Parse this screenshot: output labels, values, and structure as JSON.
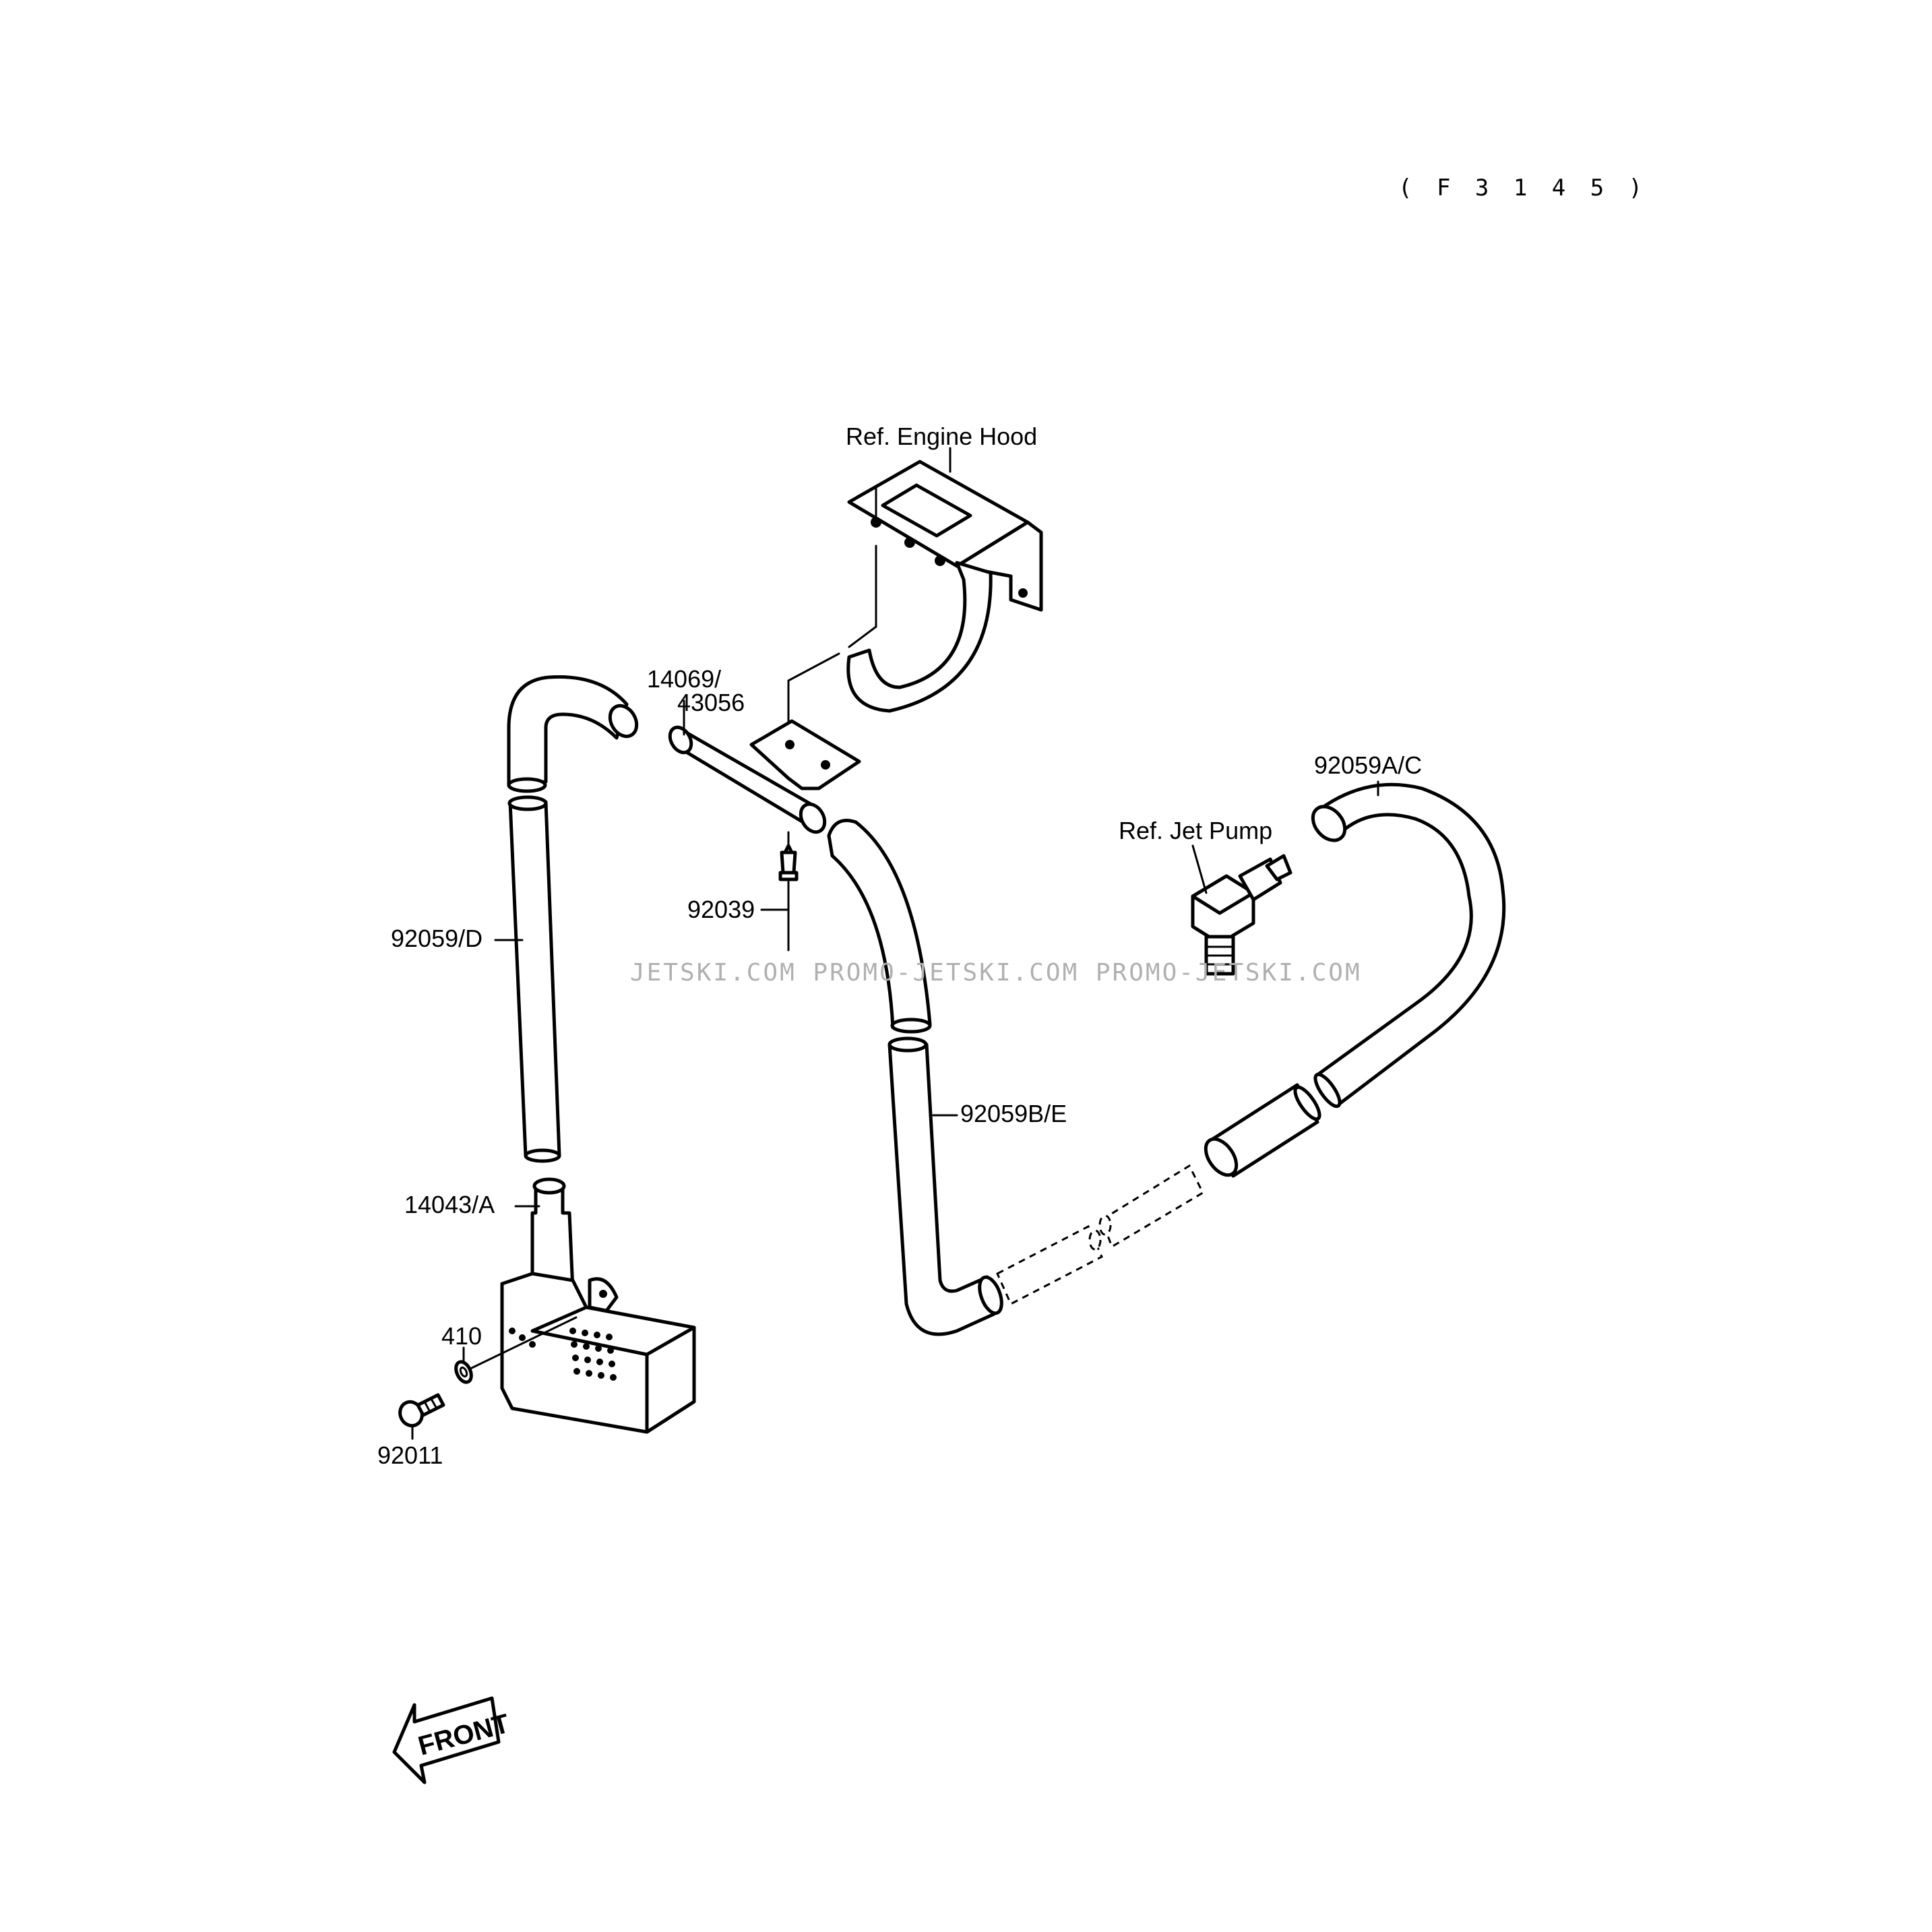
{
  "figure_code": "( F 3 1 4 5 )",
  "callouts": {
    "engine_hood": "Ref. Engine Hood",
    "part_14069": "14069/",
    "part_43056": "43056",
    "part_92059ac": "92059A/C",
    "jet_pump": "Ref. Jet Pump",
    "part_92039": "92039",
    "part_92059d": "92059/D",
    "part_92059be": "92059B/E",
    "part_14043a": "14043/A",
    "part_410": "410",
    "part_92011": "92011"
  },
  "watermark": "JETSKI.COM  PROMO-JETSKI.COM  PROMO-JETSKI.COM",
  "front_arrow": "FRONT",
  "colors": {
    "line": "#000000",
    "background": "#ffffff",
    "watermark": "#b0b0b0"
  }
}
